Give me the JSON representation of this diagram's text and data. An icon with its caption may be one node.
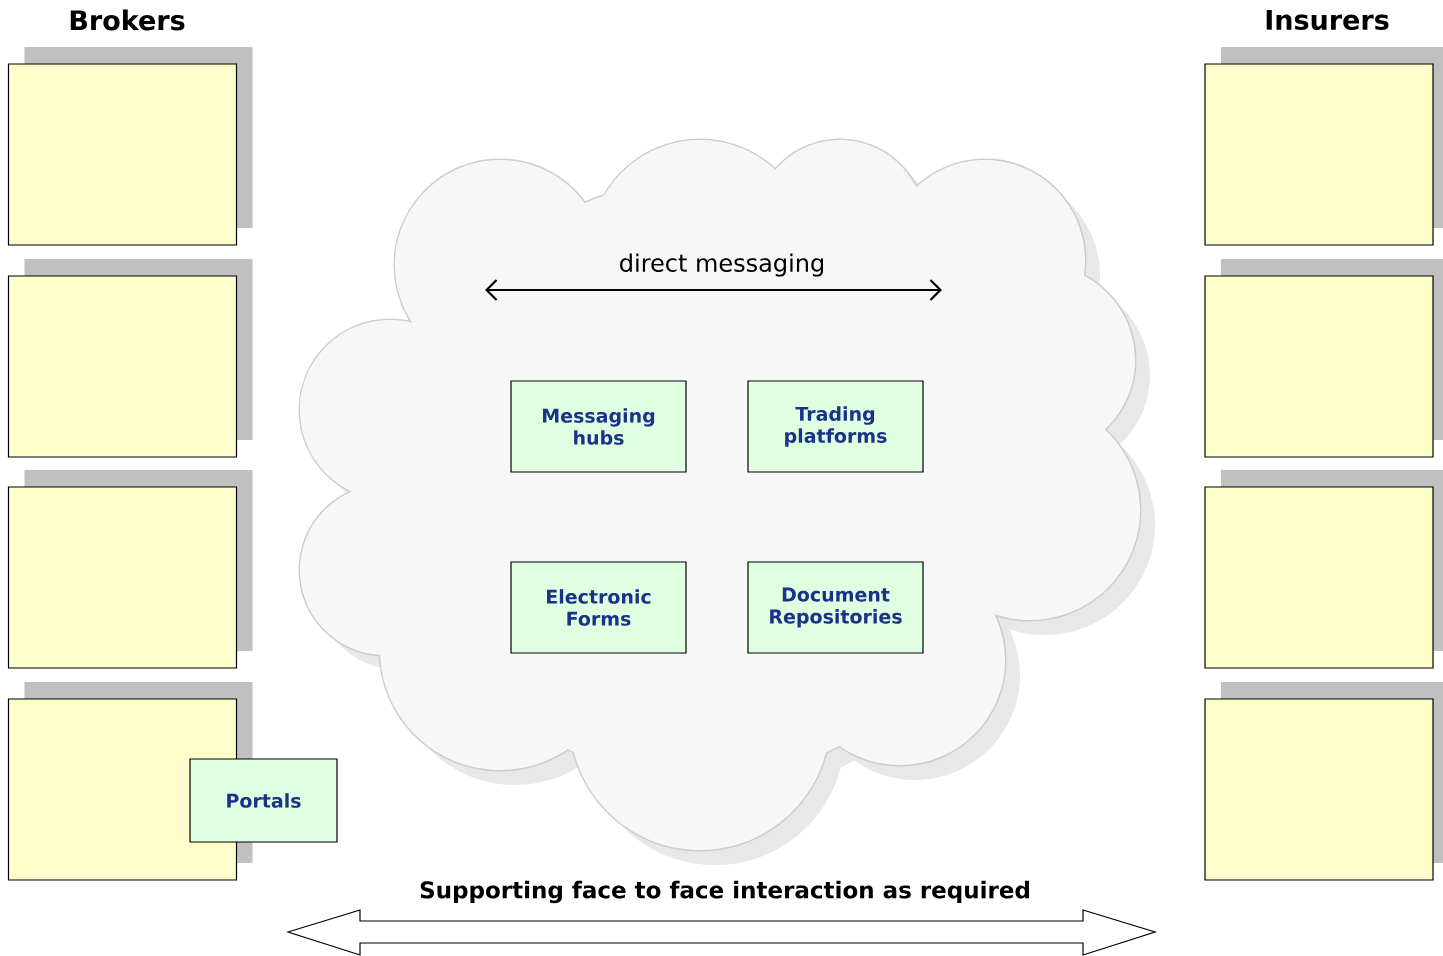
{
  "diagram": {
    "nodes": [
      {
        "text": [],
        "shape": "box"
      },
      {
        "text": [],
        "shape": "box"
      },
      {
        "text": [],
        "shape": "box"
      },
      {
        "text": [],
        "shape": "box"
      },
      {
        "text": [],
        "shape": "box"
      },
      {
        "text": [],
        "shape": "box"
      },
      {
        "text": [],
        "shape": "box"
      },
      {
        "text": [],
        "shape": "box"
      },
      {
        "text": [],
        "shape": "cloud"
      },
      {
        "text": [
          "Messaging hubs"
        ],
        "in": 8
      },
      {
        "text": [
          "Trading platforms"
        ],
        "in": 8
      },
      {
        "text": [
          "Electronic Forms"
        ],
        "in": 8
      },
      {
        "text": [
          "Document Repositories"
        ],
        "in": 8
      },
      {
        "text": [
          "Portals"
        ]
      }
    ],
    "labels": [
      "Brokers",
      "Insurers",
      "direct messaging",
      "Supporting face to face interaction as required"
    ]
  }
}
